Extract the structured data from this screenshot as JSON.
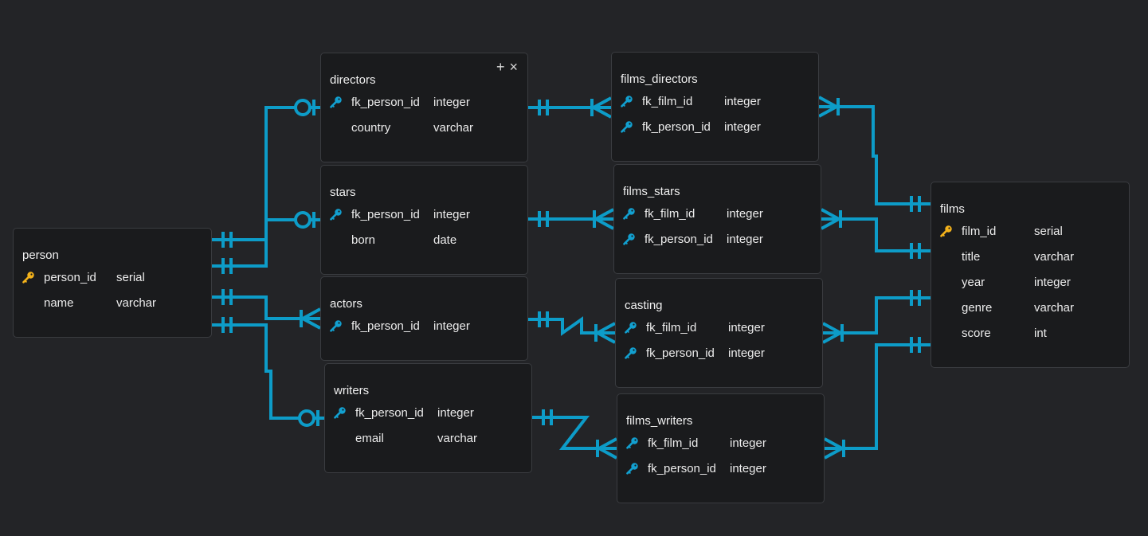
{
  "colors": {
    "background": "#232427",
    "card": "#1a1b1d",
    "card_border": "#3a3c40",
    "link": "#0d9cc8",
    "primary_key": "#f3b21b",
    "foreign_key": "#12a0d0"
  },
  "tables": [
    {
      "id": "person",
      "title": "person",
      "columns": [
        {
          "name": "person_id",
          "type": "serial",
          "key": "primary"
        },
        {
          "name": "name",
          "type": "varchar",
          "key": "none"
        }
      ]
    },
    {
      "id": "directors",
      "title": "directors",
      "actions": {
        "add": "+",
        "close": "×"
      },
      "columns": [
        {
          "name": "fk_person_id",
          "type": "integer",
          "key": "foreign"
        },
        {
          "name": "country",
          "type": "varchar",
          "key": "none"
        }
      ]
    },
    {
      "id": "stars",
      "title": "stars",
      "columns": [
        {
          "name": "fk_person_id",
          "type": "integer",
          "key": "foreign"
        },
        {
          "name": "born",
          "type": "date",
          "key": "none"
        }
      ]
    },
    {
      "id": "actors",
      "title": "actors",
      "columns": [
        {
          "name": "fk_person_id",
          "type": "integer",
          "key": "foreign"
        }
      ]
    },
    {
      "id": "writers",
      "title": "writers",
      "columns": [
        {
          "name": "fk_person_id",
          "type": "integer",
          "key": "foreign"
        },
        {
          "name": "email",
          "type": "varchar",
          "key": "none"
        }
      ]
    },
    {
      "id": "films_directors",
      "title": "films_directors",
      "columns": [
        {
          "name": "fk_film_id",
          "type": "integer",
          "key": "foreign"
        },
        {
          "name": "fk_person_id",
          "type": "integer",
          "key": "foreign"
        }
      ]
    },
    {
      "id": "films_stars",
      "title": "films_stars",
      "columns": [
        {
          "name": "fk_film_id",
          "type": "integer",
          "key": "foreign"
        },
        {
          "name": "fk_person_id",
          "type": "integer",
          "key": "foreign"
        }
      ]
    },
    {
      "id": "casting",
      "title": "casting",
      "columns": [
        {
          "name": "fk_film_id",
          "type": "integer",
          "key": "foreign"
        },
        {
          "name": "fk_person_id",
          "type": "integer",
          "key": "foreign"
        }
      ]
    },
    {
      "id": "films_writers",
      "title": "films_writers",
      "columns": [
        {
          "name": "fk_film_id",
          "type": "integer",
          "key": "foreign"
        },
        {
          "name": "fk_person_id",
          "type": "integer",
          "key": "foreign"
        }
      ]
    },
    {
      "id": "films",
      "title": "films",
      "columns": [
        {
          "name": "film_id",
          "type": "serial",
          "key": "primary"
        },
        {
          "name": "title",
          "type": "varchar",
          "key": "none"
        },
        {
          "name": "year",
          "type": "integer",
          "key": "none"
        },
        {
          "name": "genre",
          "type": "varchar",
          "key": "none"
        },
        {
          "name": "score",
          "type": "int",
          "key": "none"
        }
      ]
    }
  ],
  "relationships": [
    {
      "from": "person",
      "to": "directors",
      "from_cardinality": "exactly-one",
      "to_cardinality": "zero-or-one"
    },
    {
      "from": "person",
      "to": "stars",
      "from_cardinality": "exactly-one",
      "to_cardinality": "zero-or-one"
    },
    {
      "from": "person",
      "to": "actors",
      "from_cardinality": "exactly-one",
      "to_cardinality": "one-or-many"
    },
    {
      "from": "person",
      "to": "writers",
      "from_cardinality": "exactly-one",
      "to_cardinality": "zero-or-one"
    },
    {
      "from": "directors",
      "to": "films_directors",
      "from_cardinality": "exactly-one",
      "to_cardinality": "one-or-many"
    },
    {
      "from": "stars",
      "to": "films_stars",
      "from_cardinality": "exactly-one",
      "to_cardinality": "one-or-many"
    },
    {
      "from": "actors",
      "to": "casting",
      "from_cardinality": "exactly-one",
      "to_cardinality": "one-or-many"
    },
    {
      "from": "writers",
      "to": "films_writers",
      "from_cardinality": "exactly-one",
      "to_cardinality": "one-or-many"
    },
    {
      "from": "films",
      "to": "films_directors",
      "from_cardinality": "exactly-one",
      "to_cardinality": "one-or-many"
    },
    {
      "from": "films",
      "to": "films_stars",
      "from_cardinality": "exactly-one",
      "to_cardinality": "one-or-many"
    },
    {
      "from": "films",
      "to": "casting",
      "from_cardinality": "exactly-one",
      "to_cardinality": "one-or-many"
    },
    {
      "from": "films",
      "to": "films_writers",
      "from_cardinality": "exactly-one",
      "to_cardinality": "one-or-many"
    }
  ]
}
